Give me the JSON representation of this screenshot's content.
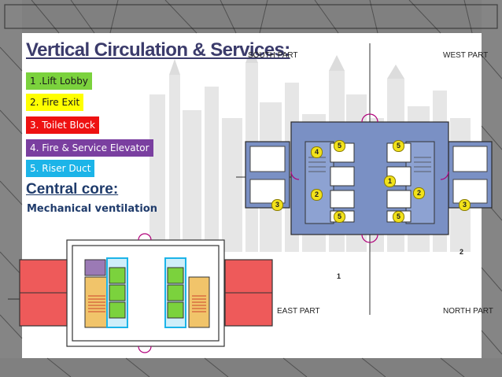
{
  "title": "Vertical Circulation & Services:",
  "legend": [
    {
      "label": "1 .Lift Lobby",
      "color": "#7bd23d"
    },
    {
      "label": "2. Fire Exit",
      "color": "#ffff00"
    },
    {
      "label": "3. Toilet Block",
      "color": "#ee1111"
    },
    {
      "label": "4. Fire & Service Elevator",
      "color": "#7a3fa0"
    },
    {
      "label": "5. Riser Duct",
      "color": "#1cb4e8"
    }
  ],
  "central_core": {
    "heading": "Central core:",
    "subtext": "Mechanical ventilation"
  },
  "plan": {
    "parts": {
      "south": "SOUTH PART",
      "west": "WEST PART",
      "east": "EAST PART",
      "north": "NORTH PART"
    },
    "zone_numbers": {
      "one": "1",
      "two": "2"
    },
    "badges": {
      "b4": "4",
      "b5a": "5",
      "b5b": "5",
      "b5c": "5",
      "b5d": "5",
      "b1": "1",
      "b2a": "2",
      "b2b": "2",
      "b3a": "3",
      "b3b": "3"
    }
  }
}
